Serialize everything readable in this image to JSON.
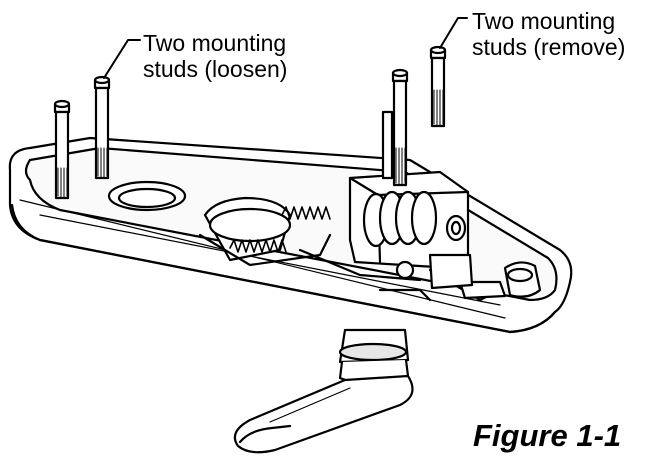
{
  "callouts": {
    "loosen": {
      "line1": "Two mounting",
      "line2": "studs (loosen)"
    },
    "remove": {
      "line1": "Two mounting",
      "line2": "studs (remove)"
    }
  },
  "caption": "Figure 1-1",
  "colors": {
    "ink": "#000000",
    "paper": "#ffffff",
    "shade": "#d9d9d9"
  },
  "parts": [
    "mounting-stud",
    "lock-chassis",
    "spring",
    "clutch-assembly",
    "lever-handle"
  ]
}
